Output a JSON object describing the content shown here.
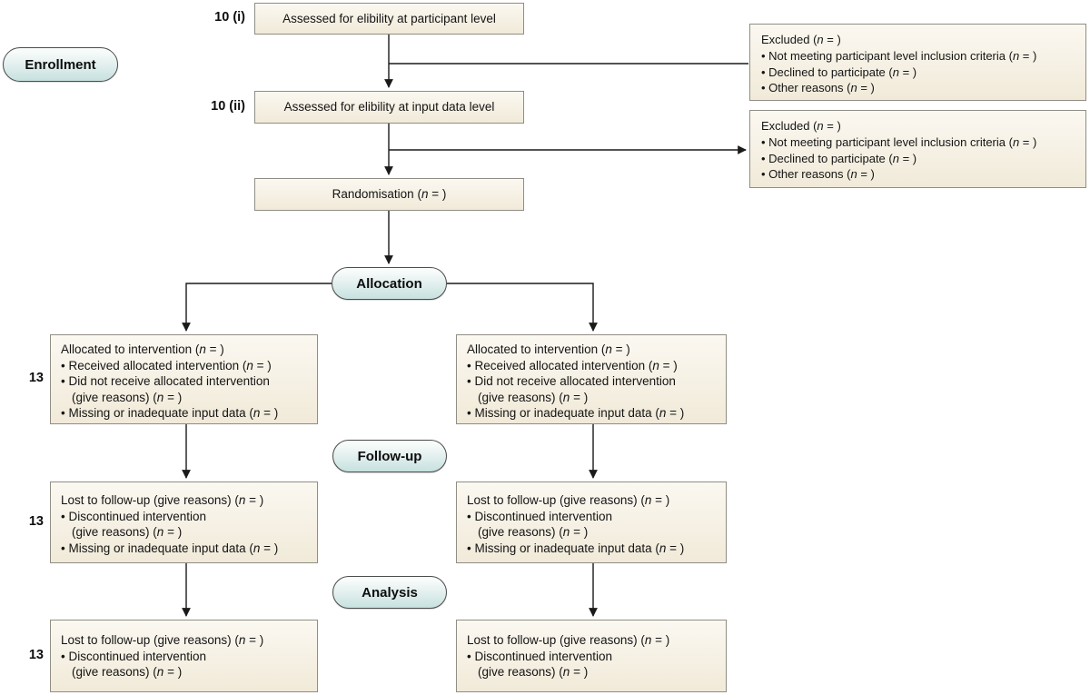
{
  "palette": {
    "line_color": "#1a1a1a",
    "text_color": "#141414",
    "box_fill_top": "#fbf8f1",
    "box_fill_bottom": "#f1ead9",
    "box_border": "#908d84",
    "pill_fill_top": "#f7fbfa",
    "pill_fill_bottom": "#c7e1df",
    "pill_border": "#4c4c4c"
  },
  "margin_labels": {
    "step_10i": "10 (i)",
    "step_10ii": "10 (ii)",
    "ref_13_allocation": "13",
    "ref_13_followup": "13",
    "ref_13_analysis": "13"
  },
  "stages": {
    "enrollment": "Enrollment",
    "allocation": "Allocation",
    "followup": "Follow-up",
    "analysis": "Analysis"
  },
  "boxes": {
    "assessed_participant": {
      "lines": [
        {
          "t": "Assessed for elibility at participant level"
        }
      ]
    },
    "assessed_input": {
      "lines": [
        {
          "t": "Assessed for elibility at input data level"
        }
      ]
    },
    "randomisation": {
      "lines": [
        {
          "t": "Randomisation (n = )"
        }
      ]
    },
    "excluded_participant": {
      "lines": [
        {
          "t": "Excluded (n = )"
        },
        {
          "t": "• Not meeting participant level inclusion criteria (n = )"
        },
        {
          "t": "• Declined to participate (n = )"
        },
        {
          "t": "• Other reasons (n = )"
        }
      ]
    },
    "excluded_input": {
      "lines": [
        {
          "t": "Excluded (n = )"
        },
        {
          "t": "• Not meeting participant level inclusion criteria (n = )"
        },
        {
          "t": "• Declined to participate (n = )"
        },
        {
          "t": "• Other reasons (n = )"
        }
      ]
    },
    "allocated_left": {
      "lines": [
        {
          "t": "Allocated to intervention (n = )"
        },
        {
          "t": "• Received allocated intervention (n = )"
        },
        {
          "t": "• Did not receive allocated intervention"
        },
        {
          "t": "(give reasons) (n = )",
          "indent": 1
        },
        {
          "t": "• Missing or inadequate input data (n = )"
        }
      ]
    },
    "allocated_right": {
      "lines": [
        {
          "t": "Allocated to intervention (n = )"
        },
        {
          "t": "• Received allocated intervention (n = )"
        },
        {
          "t": "• Did not receive allocated intervention"
        },
        {
          "t": "(give reasons) (n = )",
          "indent": 1
        },
        {
          "t": "• Missing or inadequate input data (n = )"
        }
      ]
    },
    "followup_left": {
      "lines": [
        {
          "t": "Lost to follow-up (give reasons) (n = )"
        },
        {
          "t": "• Discontinued intervention"
        },
        {
          "t": "(give reasons) (n = )",
          "indent": 1
        },
        {
          "t": "• Missing or inadequate input data (n = )"
        }
      ]
    },
    "followup_right": {
      "lines": [
        {
          "t": "Lost to follow-up (give reasons) (n = )"
        },
        {
          "t": "• Discontinued intervention"
        },
        {
          "t": "(give reasons) (n = )",
          "indent": 1
        },
        {
          "t": "• Missing or inadequate input data (n = )"
        }
      ]
    },
    "analysis_left": {
      "lines": [
        {
          "t": "Lost to follow-up (give reasons) (n = )"
        },
        {
          "t": "• Discontinued intervention"
        },
        {
          "t": "(give reasons) (n = )",
          "indent": 1
        }
      ]
    },
    "analysis_right": {
      "lines": [
        {
          "t": "Lost to follow-up (give reasons) (n = )"
        },
        {
          "t": "• Discontinued intervention"
        },
        {
          "t": "(give reasons) (n = )",
          "indent": 1
        }
      ]
    }
  }
}
